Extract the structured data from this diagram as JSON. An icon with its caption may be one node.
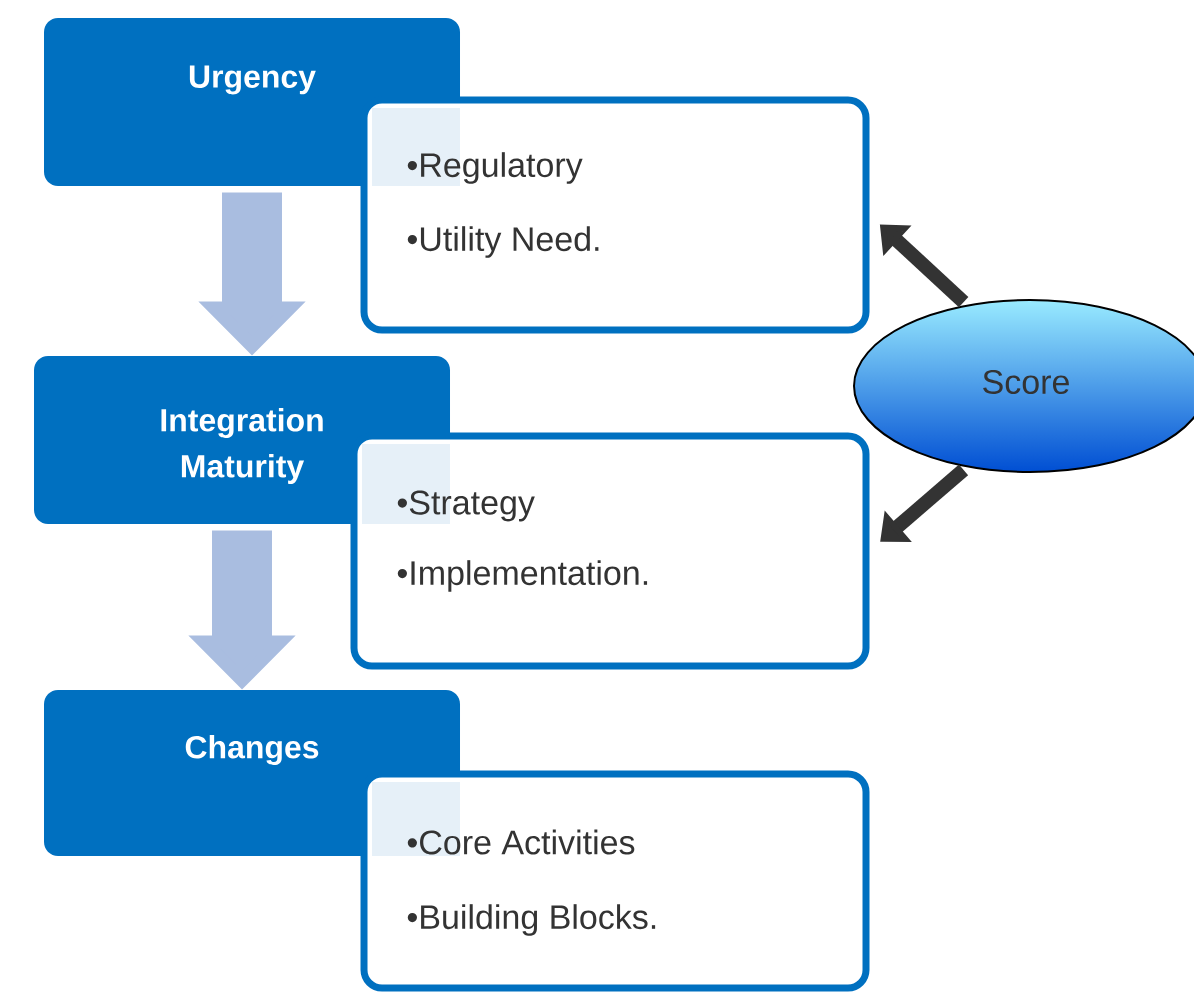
{
  "diagram": {
    "nodes": [
      {
        "text": [
          "Urgency"
        ]
      },
      {
        "text": [
          "•Regulatory",
          "•Utility Need."
        ]
      },
      {
        "text": [
          "Integration Maturity"
        ]
      },
      {
        "text": [
          "•Strategy",
          "•Implementation."
        ]
      },
      {
        "text": [
          "Changes"
        ]
      },
      {
        "text": [
          "•Core Activities",
          "•Building Blocks."
        ]
      },
      {
        "text": [
          "Score"
        ]
      }
    ],
    "edges": [
      {
        "from": 0,
        "to": 2,
        "arrow": "to",
        "style": "thick",
        "color": "#a9bde0"
      },
      {
        "from": 2,
        "to": 4,
        "arrow": "to",
        "style": "thick",
        "color": "#a9bde0"
      },
      {
        "from": 6,
        "to": 1,
        "arrow": "to",
        "color": "#333333"
      },
      {
        "from": 6,
        "to": 3,
        "arrow": "to",
        "color": "#333333"
      }
    ]
  }
}
